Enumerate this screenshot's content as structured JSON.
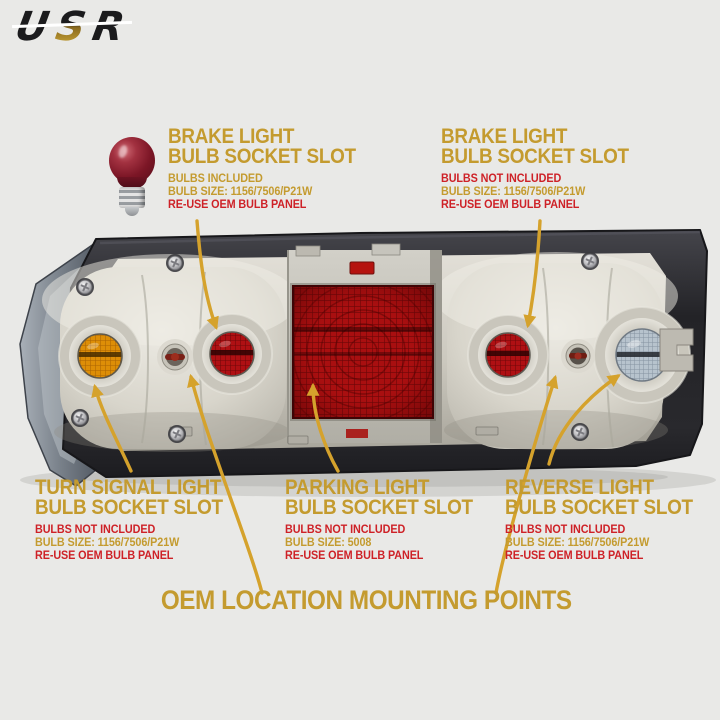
{
  "brand": {
    "logo_letters": [
      "U",
      "S",
      "R"
    ]
  },
  "colors": {
    "gold": "#C49B2F",
    "red": "#CE2127",
    "arrow": "#D5A22C",
    "lens_red": "#AF1013",
    "lens_amber": "#DD8E07",
    "lens_clear": "#B7C3CD",
    "housing_beige": "#D6D3C9",
    "body_dark": "#2B2B2E"
  },
  "annotations": {
    "brake_left": {
      "title": [
        "BRAKE LIGHT",
        "BULB SOCKET SLOT"
      ],
      "lines": [
        {
          "text": "BULBS INCLUDED",
          "color": "#C49B2F"
        },
        {
          "text": "BULB SIZE: 1156/7506/P21W",
          "color": "#C49B2F"
        },
        {
          "text": "RE-USE OEM BULB PANEL",
          "color": "#CE2127"
        }
      ]
    },
    "brake_right": {
      "title": [
        "BRAKE LIGHT",
        "BULB SOCKET SLOT"
      ],
      "lines": [
        {
          "text": "BULBS NOT INCLUDED",
          "color": "#CE2127"
        },
        {
          "text": "BULB SIZE: 1156/7506/P21W",
          "color": "#C49B2F"
        },
        {
          "text": "RE-USE OEM BULB PANEL",
          "color": "#CE2127"
        }
      ]
    },
    "turn_signal": {
      "title": [
        "TURN SIGNAL LIGHT",
        "BULB SOCKET SLOT"
      ],
      "lines": [
        {
          "text": "BULBS NOT INCLUDED",
          "color": "#CE2127"
        },
        {
          "text": "BULB SIZE: 1156/7506/P21W",
          "color": "#C49B2F"
        },
        {
          "text": "RE-USE OEM BULB PANEL",
          "color": "#CE2127"
        }
      ]
    },
    "parking": {
      "title": [
        "PARKING LIGHT",
        "BULB SOCKET SLOT"
      ],
      "lines": [
        {
          "text": "BULBS NOT INCLUDED",
          "color": "#CE2127"
        },
        {
          "text": "BULB SIZE: 5008",
          "color": "#C49B2F"
        },
        {
          "text": "RE-USE OEM BULB PANEL",
          "color": "#CE2127"
        }
      ]
    },
    "reverse": {
      "title": [
        "REVERSE LIGHT",
        "BULB SOCKET SLOT"
      ],
      "lines": [
        {
          "text": "BULBS NOT INCLUDED",
          "color": "#CE2127"
        },
        {
          "text": "BULB SIZE: 1156/7506/P21W",
          "color": "#C49B2F"
        },
        {
          "text": "RE-USE OEM BULB PANEL",
          "color": "#CE2127"
        }
      ]
    }
  },
  "footer": {
    "label": "OEM LOCATION MOUNTING POINTS"
  }
}
